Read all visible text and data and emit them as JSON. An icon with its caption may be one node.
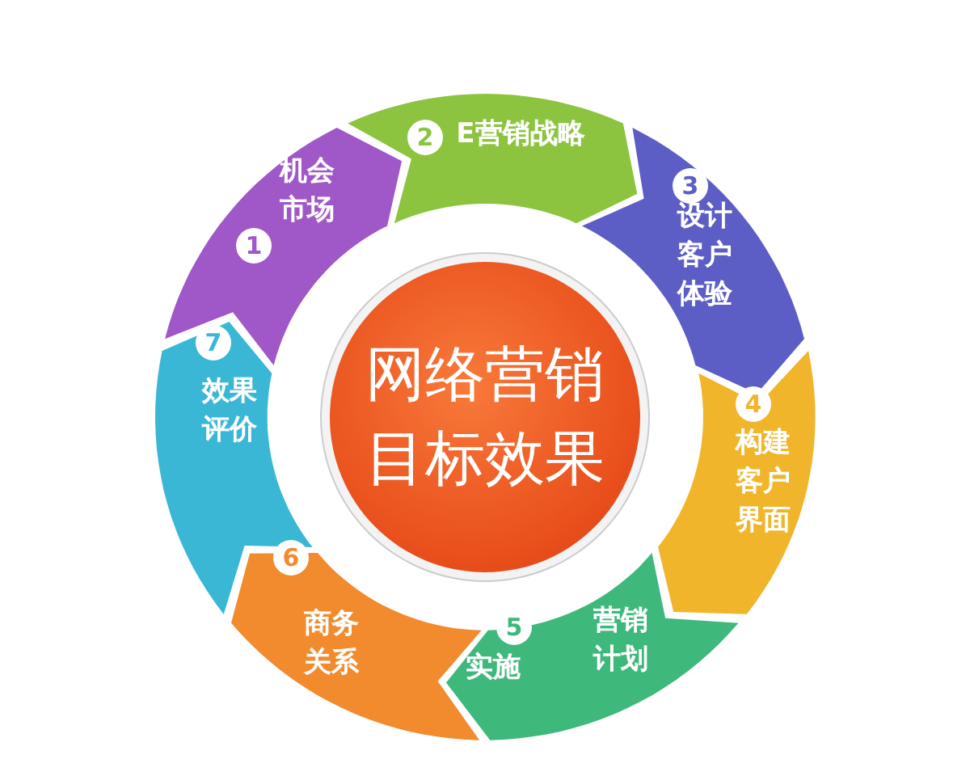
{
  "diagram": {
    "nodes": [
      {
        "text": [
          "1",
          "机会市场"
        ]
      },
      {
        "text": [
          "2",
          "E营销战略"
        ]
      },
      {
        "text": [
          "3",
          "设计客户体验"
        ]
      },
      {
        "text": [
          "4",
          "构建客户界面"
        ]
      },
      {
        "text": [
          "5",
          "实施",
          "营销计划"
        ]
      },
      {
        "text": [
          "6",
          "商务关系"
        ]
      },
      {
        "text": [
          "7",
          "效果评价"
        ]
      },
      {
        "text": [
          "网络营销目标效果"
        ]
      }
    ]
  }
}
